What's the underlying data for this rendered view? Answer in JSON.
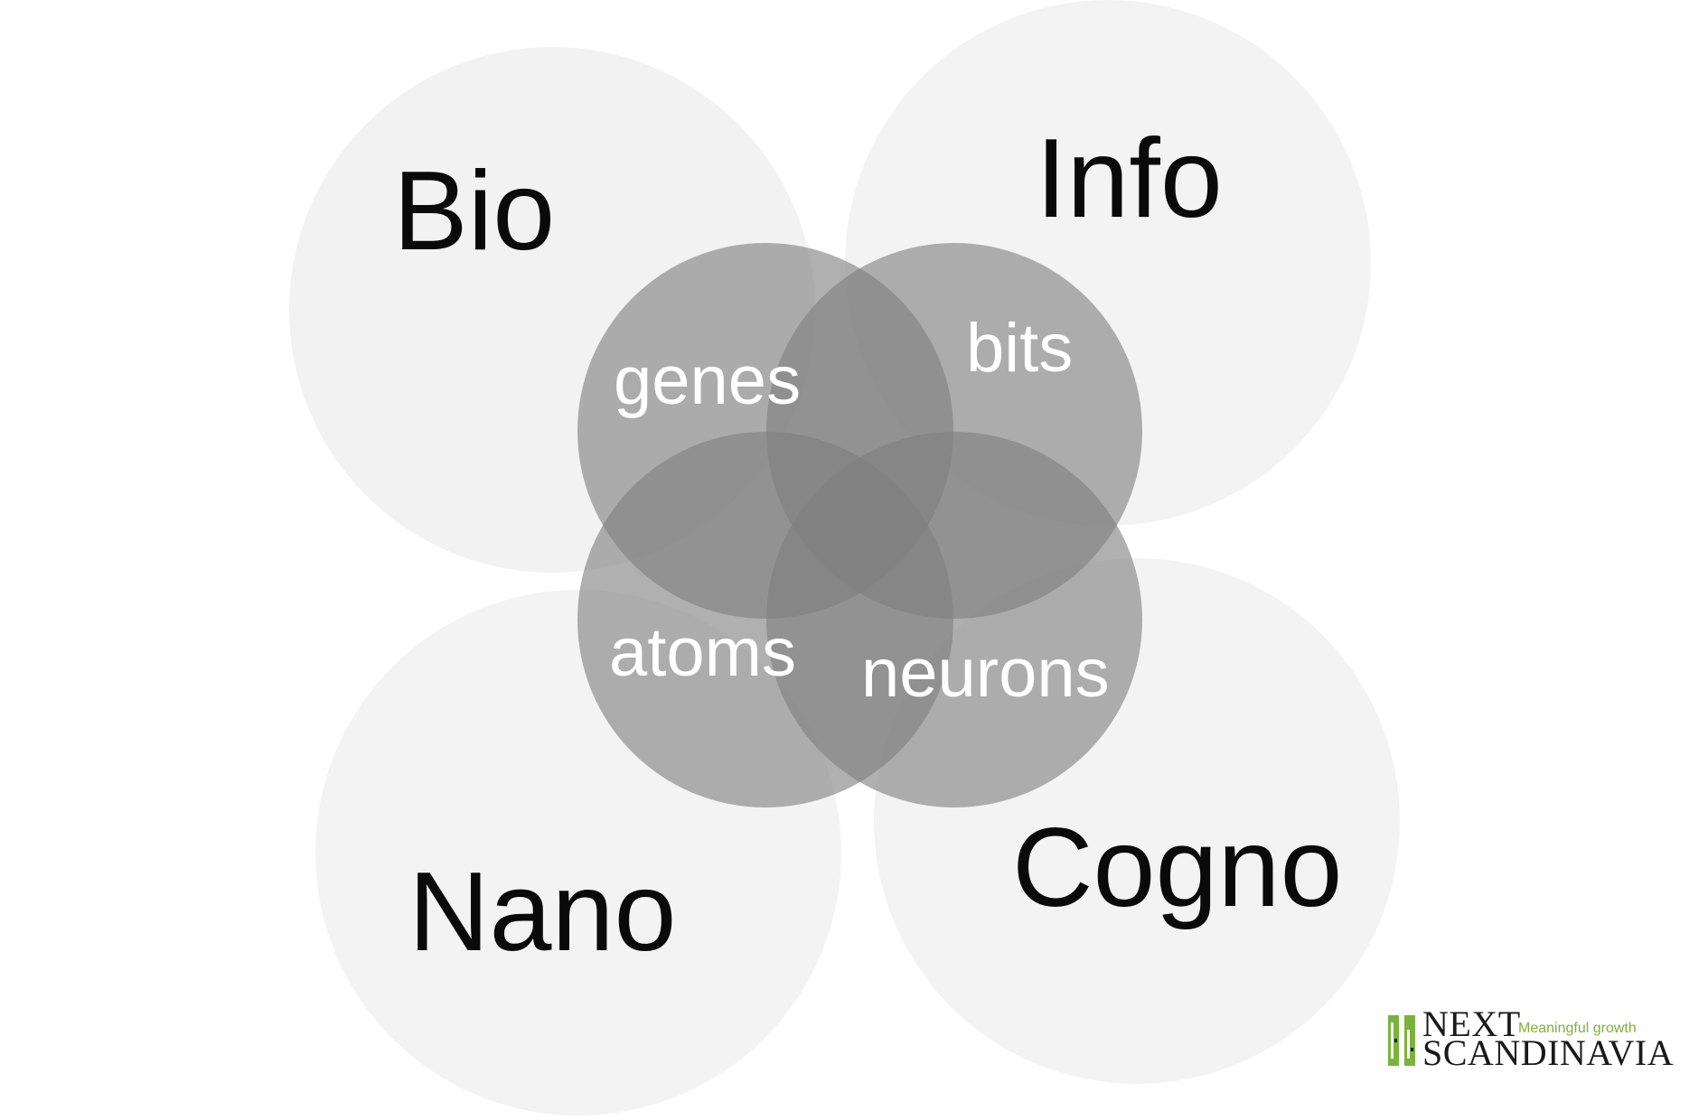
{
  "diagram": {
    "domains": {
      "bio": "Bio",
      "info": "Info",
      "nano": "Nano",
      "cogno": "Cogno"
    },
    "elements": {
      "genes": "genes",
      "bits": "bits",
      "atoms": "atoms",
      "neurons": "neurons"
    }
  },
  "logo": {
    "line1": "NEXT",
    "tagline": "Meaningful growth",
    "line2": "SCANDINAVIA"
  },
  "colors": {
    "outer_circle": "#f2f2f2",
    "inner_circle": "#7f7f7f",
    "big_text": "#0a0a0a",
    "small_text": "#ffffff",
    "logo_green": "#7ab33a",
    "logo_text": "#1a1a1a"
  }
}
